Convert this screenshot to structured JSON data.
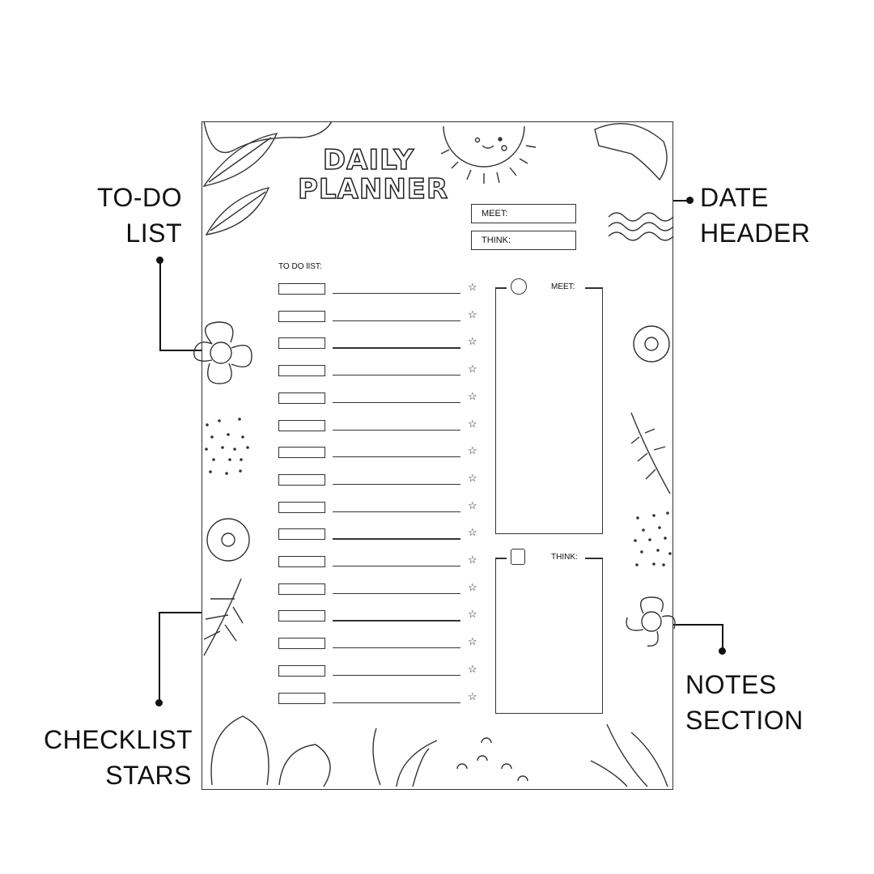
{
  "callouts": {
    "todo": [
      "TO-DO",
      "LIST"
    ],
    "date": [
      "DATE",
      "HEADER"
    ],
    "notes": [
      "NOTES",
      "SECTION"
    ],
    "stars": [
      "CHECKLIST",
      "STARS"
    ]
  },
  "planner": {
    "title": [
      "DAILY",
      "PLANNER"
    ],
    "header_tickets": [
      "MEET:",
      "THINK:"
    ],
    "todo_label": "TO DO lIST:",
    "todo_row_count": 16,
    "star_glyph": "☆",
    "meet_label": "MEET:",
    "think_label": "THINK:"
  }
}
